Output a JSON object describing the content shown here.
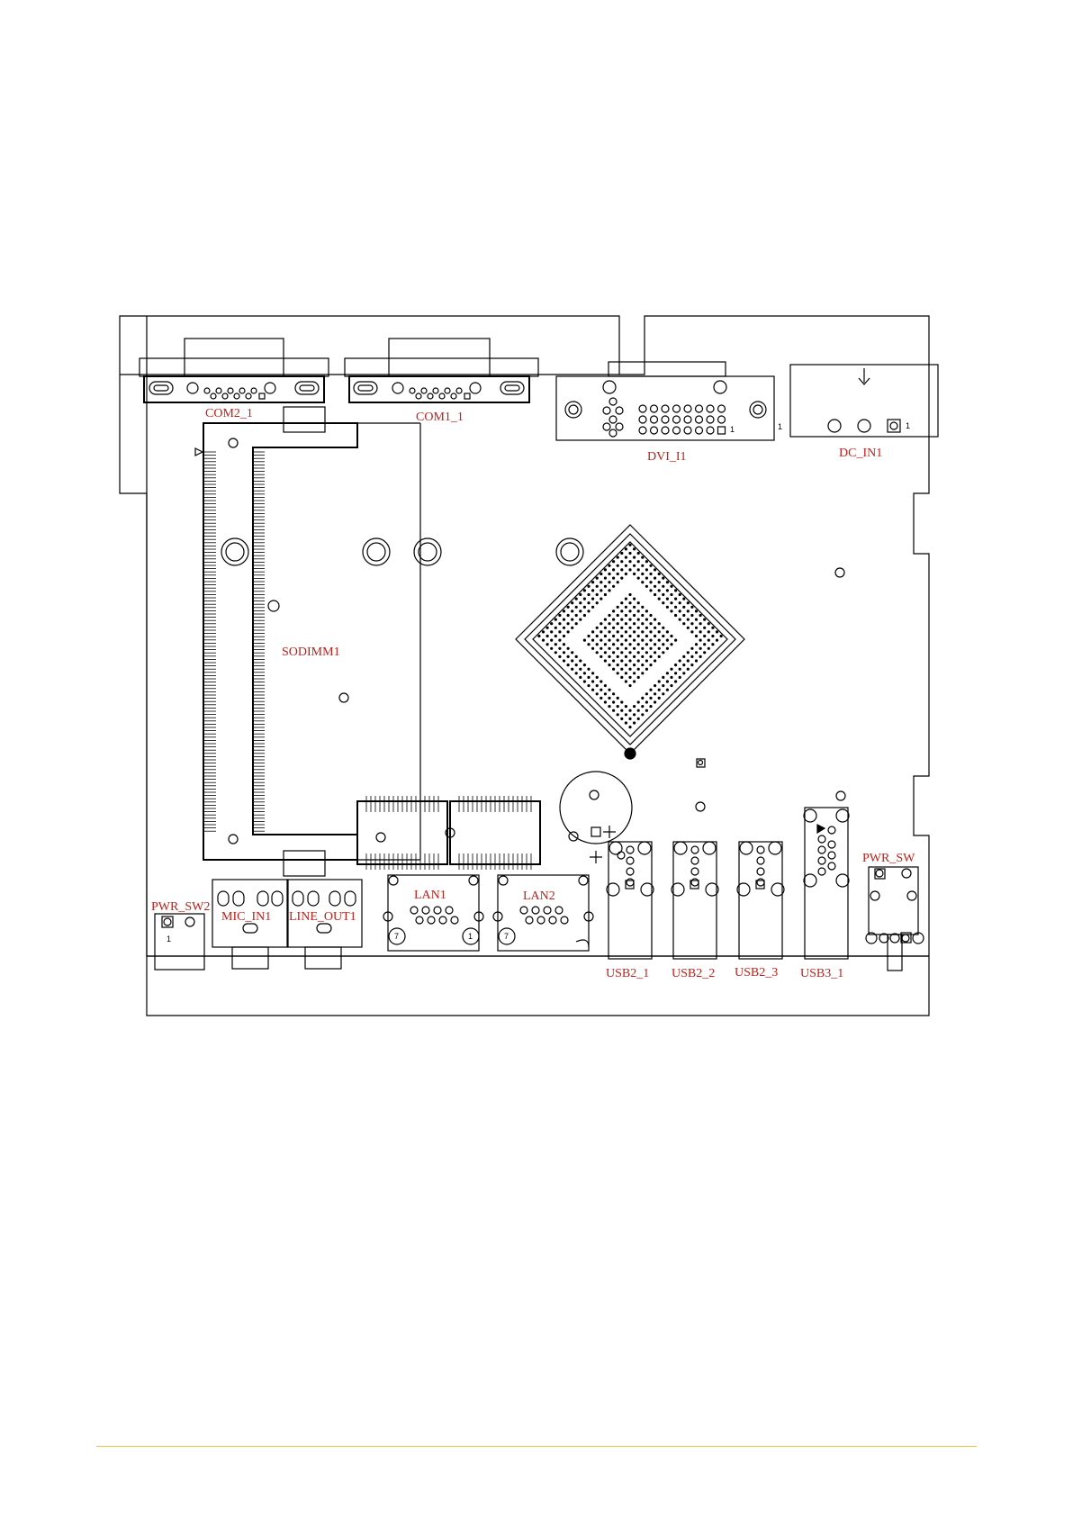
{
  "labels": {
    "com2": "COM2_1",
    "com1": "COM1_1",
    "dvi": "DVI_I1",
    "dc_in": "DC_IN1",
    "sodimm": "SODIMM1",
    "pwr_sw2": "PWR_SW2",
    "mic_in": "MIC_IN1",
    "line_out": "LINE_OUT1",
    "lan1": "LAN1",
    "lan2": "LAN2",
    "pwr_sw": "PWR_SW",
    "usb2_1": "USB2_1",
    "usb2_2": "USB2_2",
    "usb2_3": "USB2_3",
    "usb3_1": "USB3_1"
  },
  "pin_marks": {
    "dvi_pin1": "1",
    "dvi_side": "1",
    "dc_pin1": "1",
    "pwr_sw2_pin1": "1",
    "lan1_left": "7",
    "lan1_right": "1",
    "lan2_left": "7"
  },
  "colors": {
    "label": "#c0201a",
    "line": "#000000",
    "footer_rule": "#f0c040"
  }
}
